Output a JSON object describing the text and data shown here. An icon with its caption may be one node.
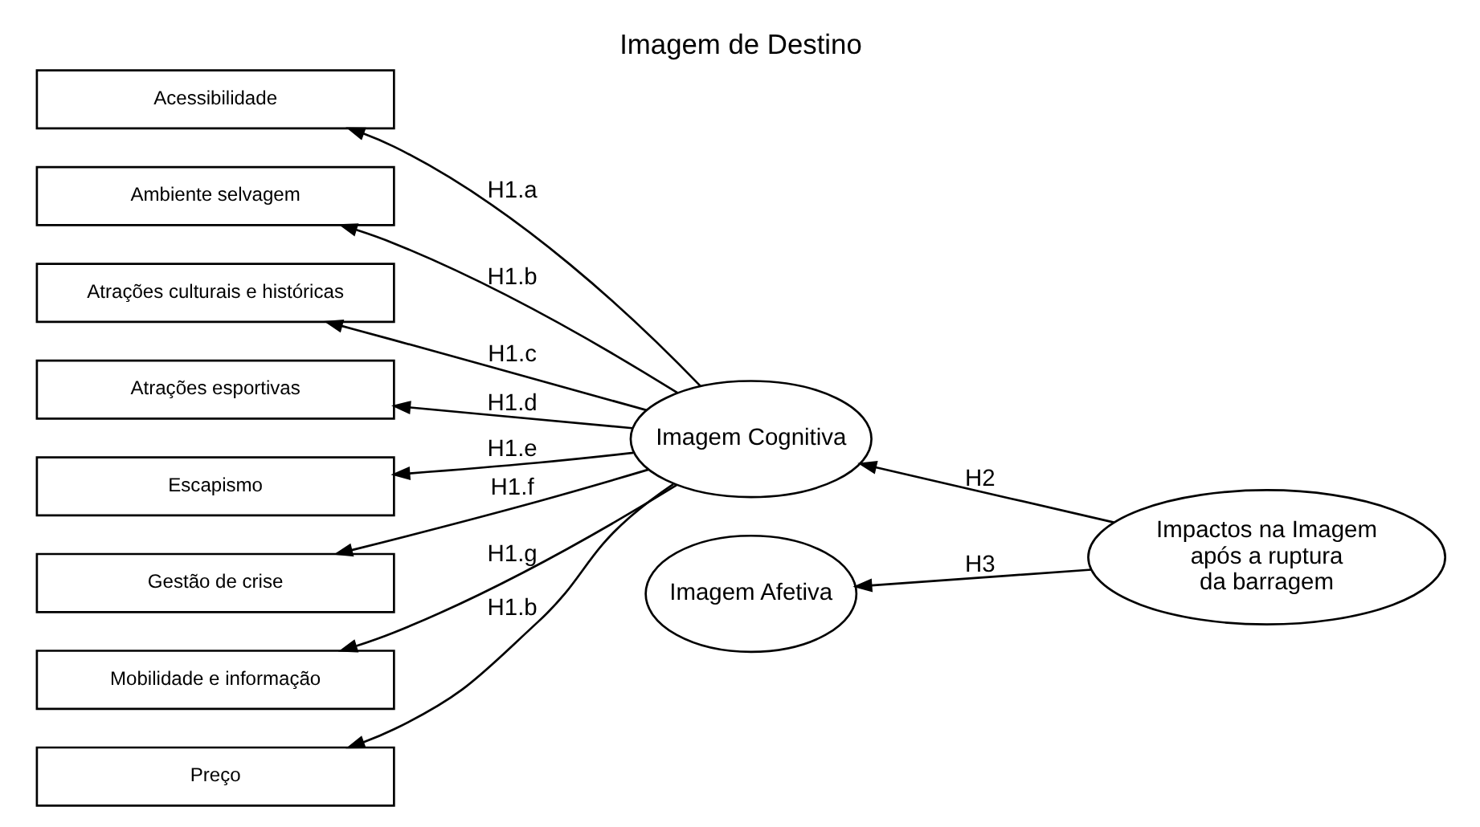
{
  "diagram": {
    "title": "Imagem de Destino",
    "nodes": [
      {
        "text": [
          "Acessibilidade"
        ]
      },
      {
        "text": [
          "Ambiente selvagem"
        ]
      },
      {
        "text": [
          "Atrações culturais e históricas"
        ]
      },
      {
        "text": [
          "Atrações esportivas"
        ]
      },
      {
        "text": [
          "Escapismo"
        ]
      },
      {
        "text": [
          "Gestão de crise"
        ]
      },
      {
        "text": [
          "Mobilidade e informação"
        ]
      },
      {
        "text": [
          "Preço"
        ]
      },
      {
        "text": [
          "Imagem Cognitiva"
        ]
      },
      {
        "text": [
          "Impactos na Imagem após a ruptura da barragem"
        ]
      },
      {
        "text": [
          "Imagem Afetiva"
        ]
      }
    ],
    "edges": [
      {
        "from": 8,
        "to": 0,
        "arrow": "to",
        "label": "H1.a"
      },
      {
        "from": 8,
        "to": 1,
        "arrow": "to",
        "label": "H1.b"
      },
      {
        "from": 8,
        "to": 2,
        "arrow": "to",
        "label": "H1.c"
      },
      {
        "from": 8,
        "to": 3,
        "arrow": "to",
        "label": "H1.d"
      },
      {
        "from": 8,
        "to": 4,
        "arrow": "to",
        "label": "H1.e"
      },
      {
        "from": 8,
        "to": 5,
        "arrow": "to",
        "label": "H1.f"
      },
      {
        "from": 8,
        "to": 6,
        "arrow": "to",
        "label": "H1.g"
      },
      {
        "from": 8,
        "to": 7,
        "arrow": "to",
        "label": "H1.b"
      },
      {
        "from": 9,
        "to": 8,
        "arrow": "to",
        "label": "H2"
      },
      {
        "from": 9,
        "to": 10,
        "arrow": "to",
        "label": "H3"
      }
    ]
  }
}
